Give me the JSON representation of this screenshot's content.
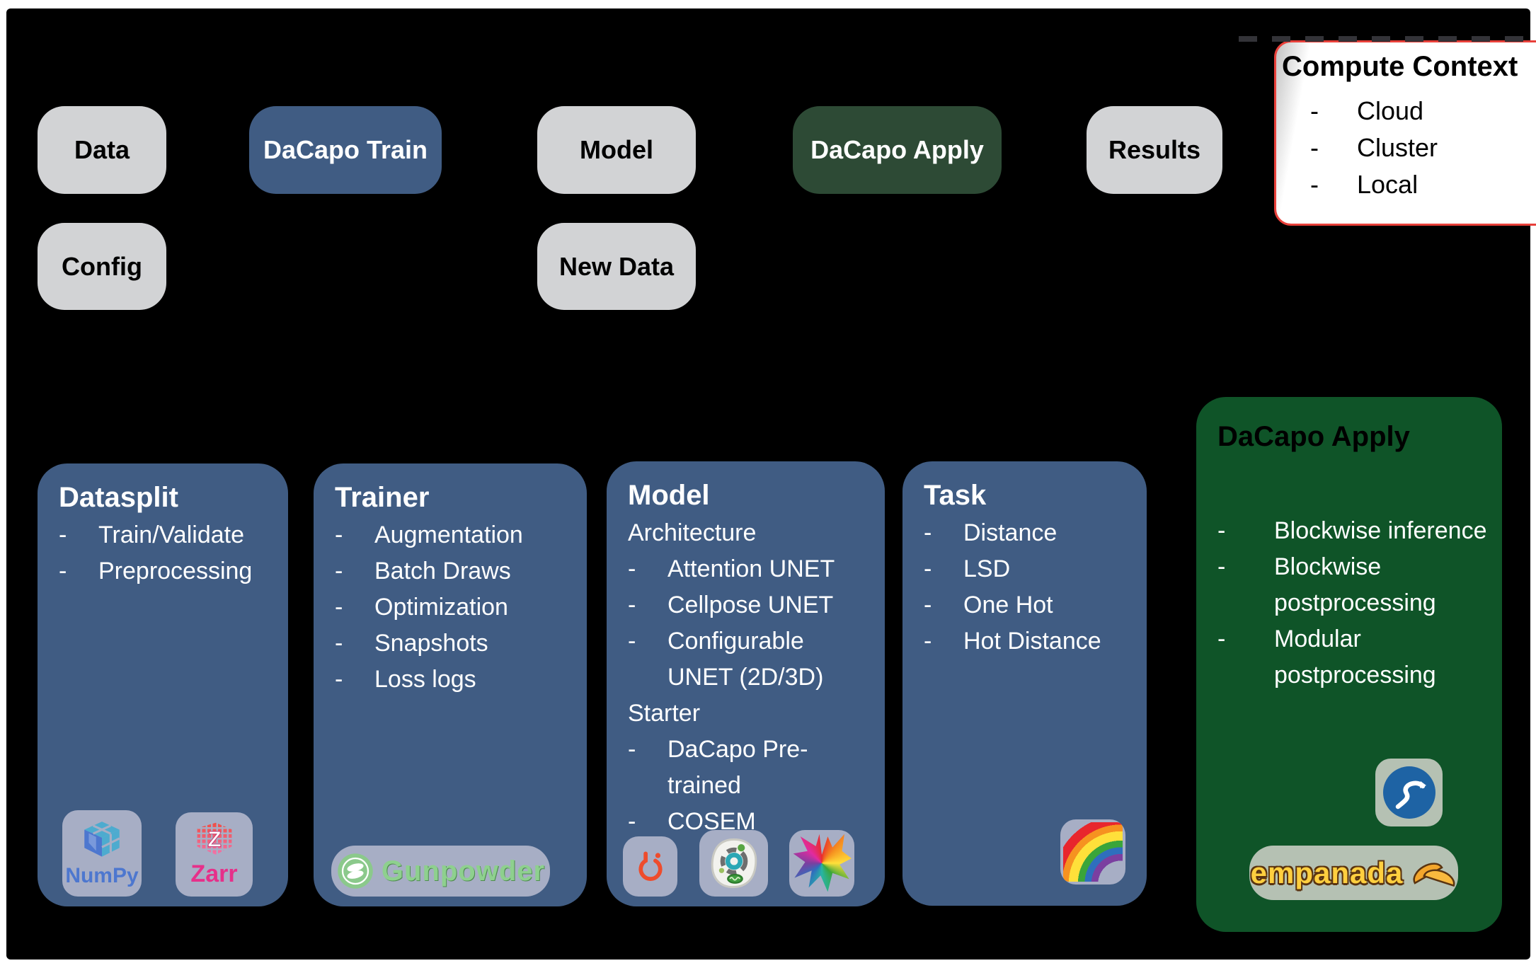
{
  "colors": {
    "background": "#000000",
    "page_frame": "#ffffff",
    "gray_button": "#d2d3d5",
    "blue": "#405c83",
    "green_button": "#2d4a35",
    "green_panel": "#0f5428",
    "red_border": "#e8403a",
    "tile_blue": "#a7aec5",
    "tile_sage": "#b5c1b3",
    "numpy_blue": "#4d77cf",
    "zarr_pink": "#e6308a",
    "gunpowder_green": "#8ed08e",
    "pytorch_orange": "#ee4c2c",
    "skimage_blue": "#1e63a4",
    "empanada_yellow": "#ffcf3f"
  },
  "buttons": {
    "data": "Data",
    "dacapo_train": "DaCapo Train",
    "model": "Model",
    "dacapo_apply": "DaCapo Apply",
    "results": "Results",
    "config": "Config",
    "new_data": "New Data"
  },
  "compute_context": {
    "title": "Compute Context",
    "items": [
      "Cloud",
      "Cluster",
      "Local"
    ]
  },
  "datasplit": {
    "title": "Datasplit",
    "items": [
      "Train/Validate",
      "Preprocessing"
    ],
    "logos": {
      "numpy": "NumPy",
      "zarr": "Zarr",
      "zarr_letter": "Z"
    }
  },
  "trainer": {
    "title": "Trainer",
    "items": [
      "Augmentation",
      "Batch Draws",
      "Optimization",
      "Snapshots",
      "Loss logs"
    ],
    "logos": {
      "gunpowder": "Gunpowder"
    }
  },
  "model": {
    "title": "Model",
    "section1_heading": "Architecture",
    "section1_items": [
      "Attention UNET",
      "Cellpose UNET",
      "Configurable UNET (2D/3D)"
    ],
    "section2_heading": "Starter",
    "section2_items": [
      "DaCapo Pre-trained",
      "COSEM"
    ]
  },
  "task": {
    "title": "Task",
    "items": [
      "Distance",
      "LSD",
      "One Hot",
      "Hot Distance"
    ]
  },
  "apply": {
    "title": "DaCapo Apply",
    "items": [
      "Blockwise inference",
      "Blockwise postprocessing",
      "Modular postprocessing"
    ],
    "logos": {
      "empanada": "empanada"
    }
  }
}
